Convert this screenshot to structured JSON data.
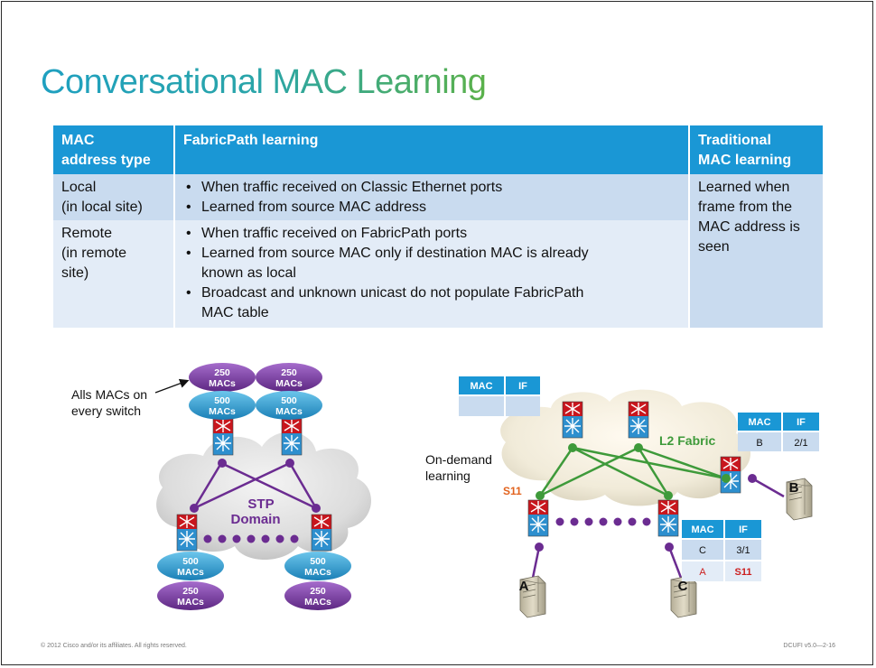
{
  "title": "Conversational MAC Learning",
  "table": {
    "headers": {
      "type_1": "MAC",
      "type_2": "address type",
      "fabric": "FabricPath learning",
      "trad_1": "Traditional",
      "trad_2": "MAC learning"
    },
    "local": {
      "type_1": "Local",
      "type_2": "(in local site)",
      "bullets": [
        "When traffic received on Classic Ethernet ports",
        "Learned from source MAC address"
      ]
    },
    "remote": {
      "type_1": "Remote",
      "type_2": "(in remote",
      "type_3": "site)",
      "bullet_1": "When traffic received on FabricPath ports",
      "bullet_2a": "Learned from source MAC only if destination MAC is already",
      "bullet_2b": "known as local",
      "bullet_3a": "Broadcast and unknown unicast do not populate FabricPath",
      "bullet_3b": "MAC table"
    },
    "traditional": [
      "Learned when",
      "frame from the",
      "MAC address is",
      "seen"
    ]
  },
  "left_diagram": {
    "annotation_1": "Alls MACs on",
    "annotation_2": "every switch",
    "domain_1": "STP",
    "domain_2": "Domain",
    "pills": {
      "macs_word": "MACs",
      "v250": "250",
      "v500": "500"
    }
  },
  "right_diagram": {
    "fabric_label": "L2 Fabric",
    "ondemand_1": "On-demand",
    "ondemand_2": "learning",
    "s11": "S11",
    "table_header": {
      "mac": "MAC",
      "if": "IF"
    },
    "table_b": {
      "mac": "B",
      "if": "2/1"
    },
    "table_c_rows": [
      {
        "mac": "C",
        "if": "3/1"
      },
      {
        "mac": "A",
        "if": "S11"
      }
    ],
    "hosts": {
      "a": "A",
      "b": "B",
      "c": "C"
    }
  },
  "footer": {
    "copyright": "© 2012 Cisco and/or its affiliates. All rights reserved.",
    "course": "DCUFI v5.0—2-16"
  },
  "colors": {
    "header_blue": "#1a97d5",
    "row_dark": "#c9dbef",
    "row_light": "#e3ecf7",
    "purple": "#6b2c91",
    "green_link": "#3e9a3a",
    "s11_orange": "#e2631e",
    "red_entry": "#cc1f1f"
  }
}
